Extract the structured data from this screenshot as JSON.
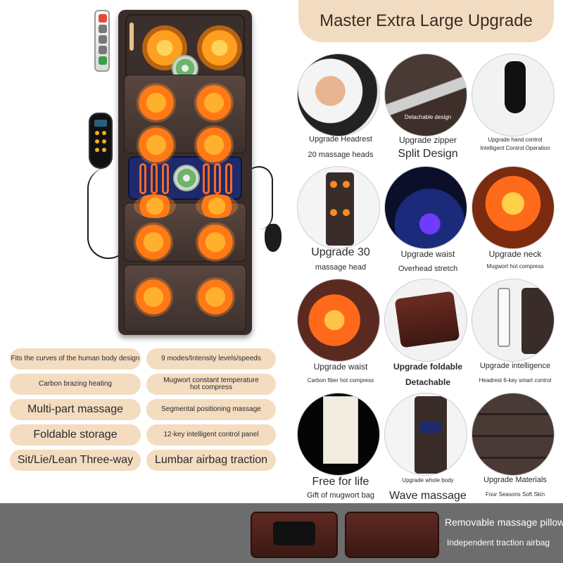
{
  "banner": {
    "title": "Master Extra Large Upgrade"
  },
  "left_features": [
    {
      "label": "Fits the curves of the human body design"
    },
    {
      "label": "9 modes/Intensity levels/speeds"
    },
    {
      "label": "Carbon brazing heating"
    },
    {
      "label": "Mugwort constant temperature hot compress"
    },
    {
      "label": "Multi-part massage"
    },
    {
      "label": "Segmental positioning massage"
    },
    {
      "label": "Foldable storage"
    },
    {
      "label": "12-key intelligent control panel"
    },
    {
      "label": "Sit/Lie/Lean Three-way"
    },
    {
      "label": "Lumbar airbag traction"
    }
  ],
  "grid": [
    {
      "title": "Upgrade Headrest",
      "subtitle": "20 massage heads",
      "overlay": ""
    },
    {
      "title": "Upgrade zipper",
      "subtitle": "Split Design",
      "overlay": "Detachable design"
    },
    {
      "title": "Upgrade hand control",
      "subtitle": "Intelligent Control Operation",
      "overlay": ""
    },
    {
      "title": "Upgrade 30",
      "subtitle": "massage head",
      "overlay": ""
    },
    {
      "title": "Upgrade waist",
      "subtitle": "Overhead stretch",
      "overlay": ""
    },
    {
      "title": "Upgrade neck",
      "subtitle": "Mugwort hot compress",
      "overlay": ""
    },
    {
      "title": "Upgrade waist",
      "subtitle": "Carbon fiber hot compress",
      "overlay": ""
    },
    {
      "title": "Upgrade foldable",
      "subtitle": "Detachable",
      "overlay": ""
    },
    {
      "title": "Upgrade intelligence",
      "subtitle": "Headrest 6-key smart control",
      "overlay": ""
    },
    {
      "title": "Free for life",
      "subtitle": "Gift of mugwort bag",
      "overlay": ""
    },
    {
      "title": "Upgrade whole body",
      "subtitle": "Wave massage",
      "overlay": ""
    },
    {
      "title": "Upgrade Materials",
      "subtitle": "Four Seasons Soft Skin",
      "overlay": ""
    }
  ],
  "bottom": {
    "title": "Removable massage pillow",
    "subtitle": "Independent traction airbag"
  },
  "colors": {
    "tag_bg": "#f3dcc0",
    "banner_bg": "#f1dcc2",
    "heat_orange": "#ff7a16",
    "mat_brown": "#3a2d29",
    "lumbar_blue": "#1e2a6b",
    "bottom_bar": "#6d6d6d"
  }
}
